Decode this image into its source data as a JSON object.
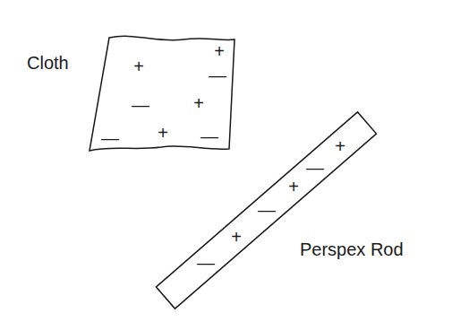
{
  "diagram": {
    "labels": [
      "Cloth",
      "Perspex Rod",
      "+",
      "+",
      "—",
      "—",
      "+",
      "—",
      "+",
      "—",
      "+",
      "—",
      "+",
      "—",
      "+",
      "—"
    ]
  }
}
